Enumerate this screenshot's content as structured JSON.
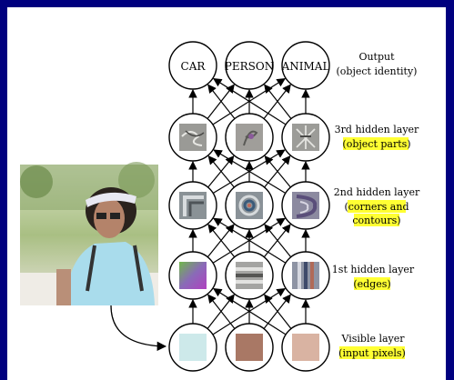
{
  "output": {
    "labels": [
      "CAR",
      "PERSON",
      "ANIMAL"
    ],
    "title": "Output",
    "subtitle": "(object identity)"
  },
  "layers": {
    "hidden3": {
      "title": "3rd hidden layer",
      "subtitle": "(object parts)"
    },
    "hidden2": {
      "title": "2nd hidden layer",
      "subtitle_line1": "(corners and",
      "subtitle_line2": "contours)"
    },
    "hidden1": {
      "title": "1st hidden layer",
      "subtitle": "(edges)"
    },
    "visible": {
      "title": "Visible layer",
      "subtitle": "(input pixels)"
    }
  },
  "colors": {
    "page_border": "#00007f",
    "highlight": "#ffff33",
    "pixel_1": "#cde9ea",
    "pixel_2": "#a97865",
    "pixel_3": "#d9b3a2"
  },
  "icons": {
    "input_photo": "photo-of-woman-with-visor",
    "feature_tiles": "grayscale-feature-filter"
  }
}
